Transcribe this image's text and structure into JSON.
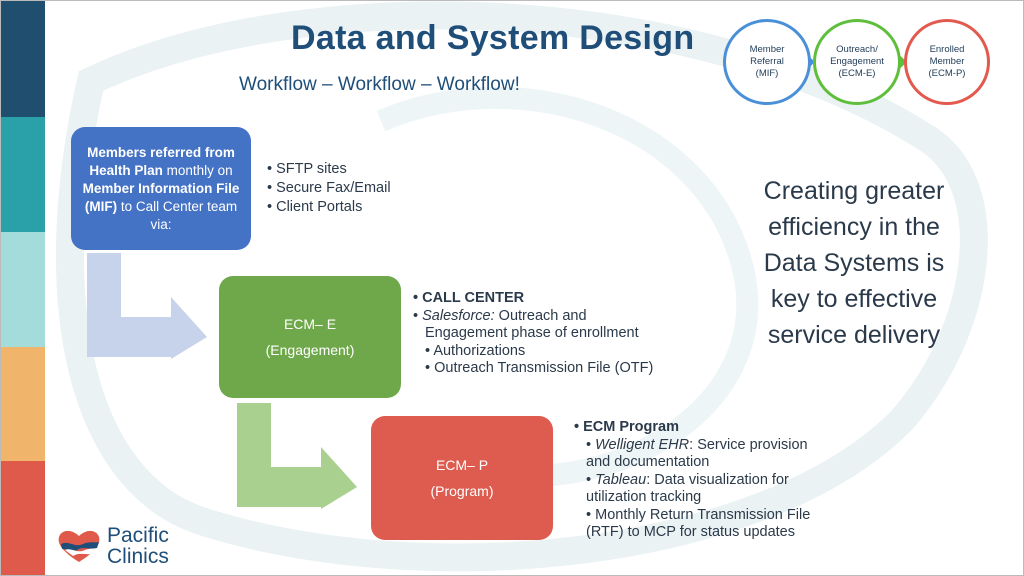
{
  "colors": {
    "title": "#1f4e79",
    "box1": "#4472c4",
    "box2": "#6ea84a",
    "box3": "#de5b4f",
    "stripe": [
      "#1f4e6e",
      "#2aa0a9",
      "#8fd1d1",
      "#f0b46a",
      "#e05a4c"
    ]
  },
  "slide": {
    "title": "Data and System Design",
    "subtitle": "Workflow – Workflow – Workflow!"
  },
  "flow_circles": [
    {
      "line1": "Member",
      "line2": "Referral",
      "line3": "(MIF)"
    },
    {
      "line1": "Outreach/",
      "line2": "Engagement",
      "line3": "(ECM-E)"
    },
    {
      "line1": "Enrolled",
      "line2": "Member",
      "line3": "(ECM-P)"
    }
  ],
  "box1": {
    "part1": "Members referred from Health Plan",
    "part2": " monthly on ",
    "part3": "Member Information File (MIF)",
    "part4": " to Call Center team via:"
  },
  "list1": [
    "SFTP sites",
    "Secure Fax/Email",
    "Client Portals"
  ],
  "box2": {
    "line1": "ECM– E",
    "line2": "(Engagement)"
  },
  "list2": {
    "heading": "CALL CENTER",
    "salesforce_label": "Salesforce:",
    "salesforce_text": " Outreach and",
    "salesforce_text2": "Engagement phase of enrollment",
    "sub1": "Authorizations",
    "sub2": "Outreach Transmission File (OTF)"
  },
  "box3": {
    "line1": "ECM– P",
    "line2": "(Program)"
  },
  "list3": {
    "heading": "ECM Program",
    "item1_label": "Welligent EHR",
    "item1_text": ": Service provision",
    "item1_text2": "and documentation",
    "item2_label": "Tableau",
    "item2_text": ": Data visualization for",
    "item2_text2": "utilization tracking",
    "item3_text": "Monthly Return Transmission File",
    "item3_text2": "(RTF) to MCP for status updates"
  },
  "callout": {
    "line1": "Creating greater",
    "line2": "efficiency in the",
    "line3": "Data Systems is",
    "line4": "key to effective",
    "line5": "service delivery"
  },
  "logo": {
    "line1": "Pacific",
    "line2": "Clinics"
  }
}
